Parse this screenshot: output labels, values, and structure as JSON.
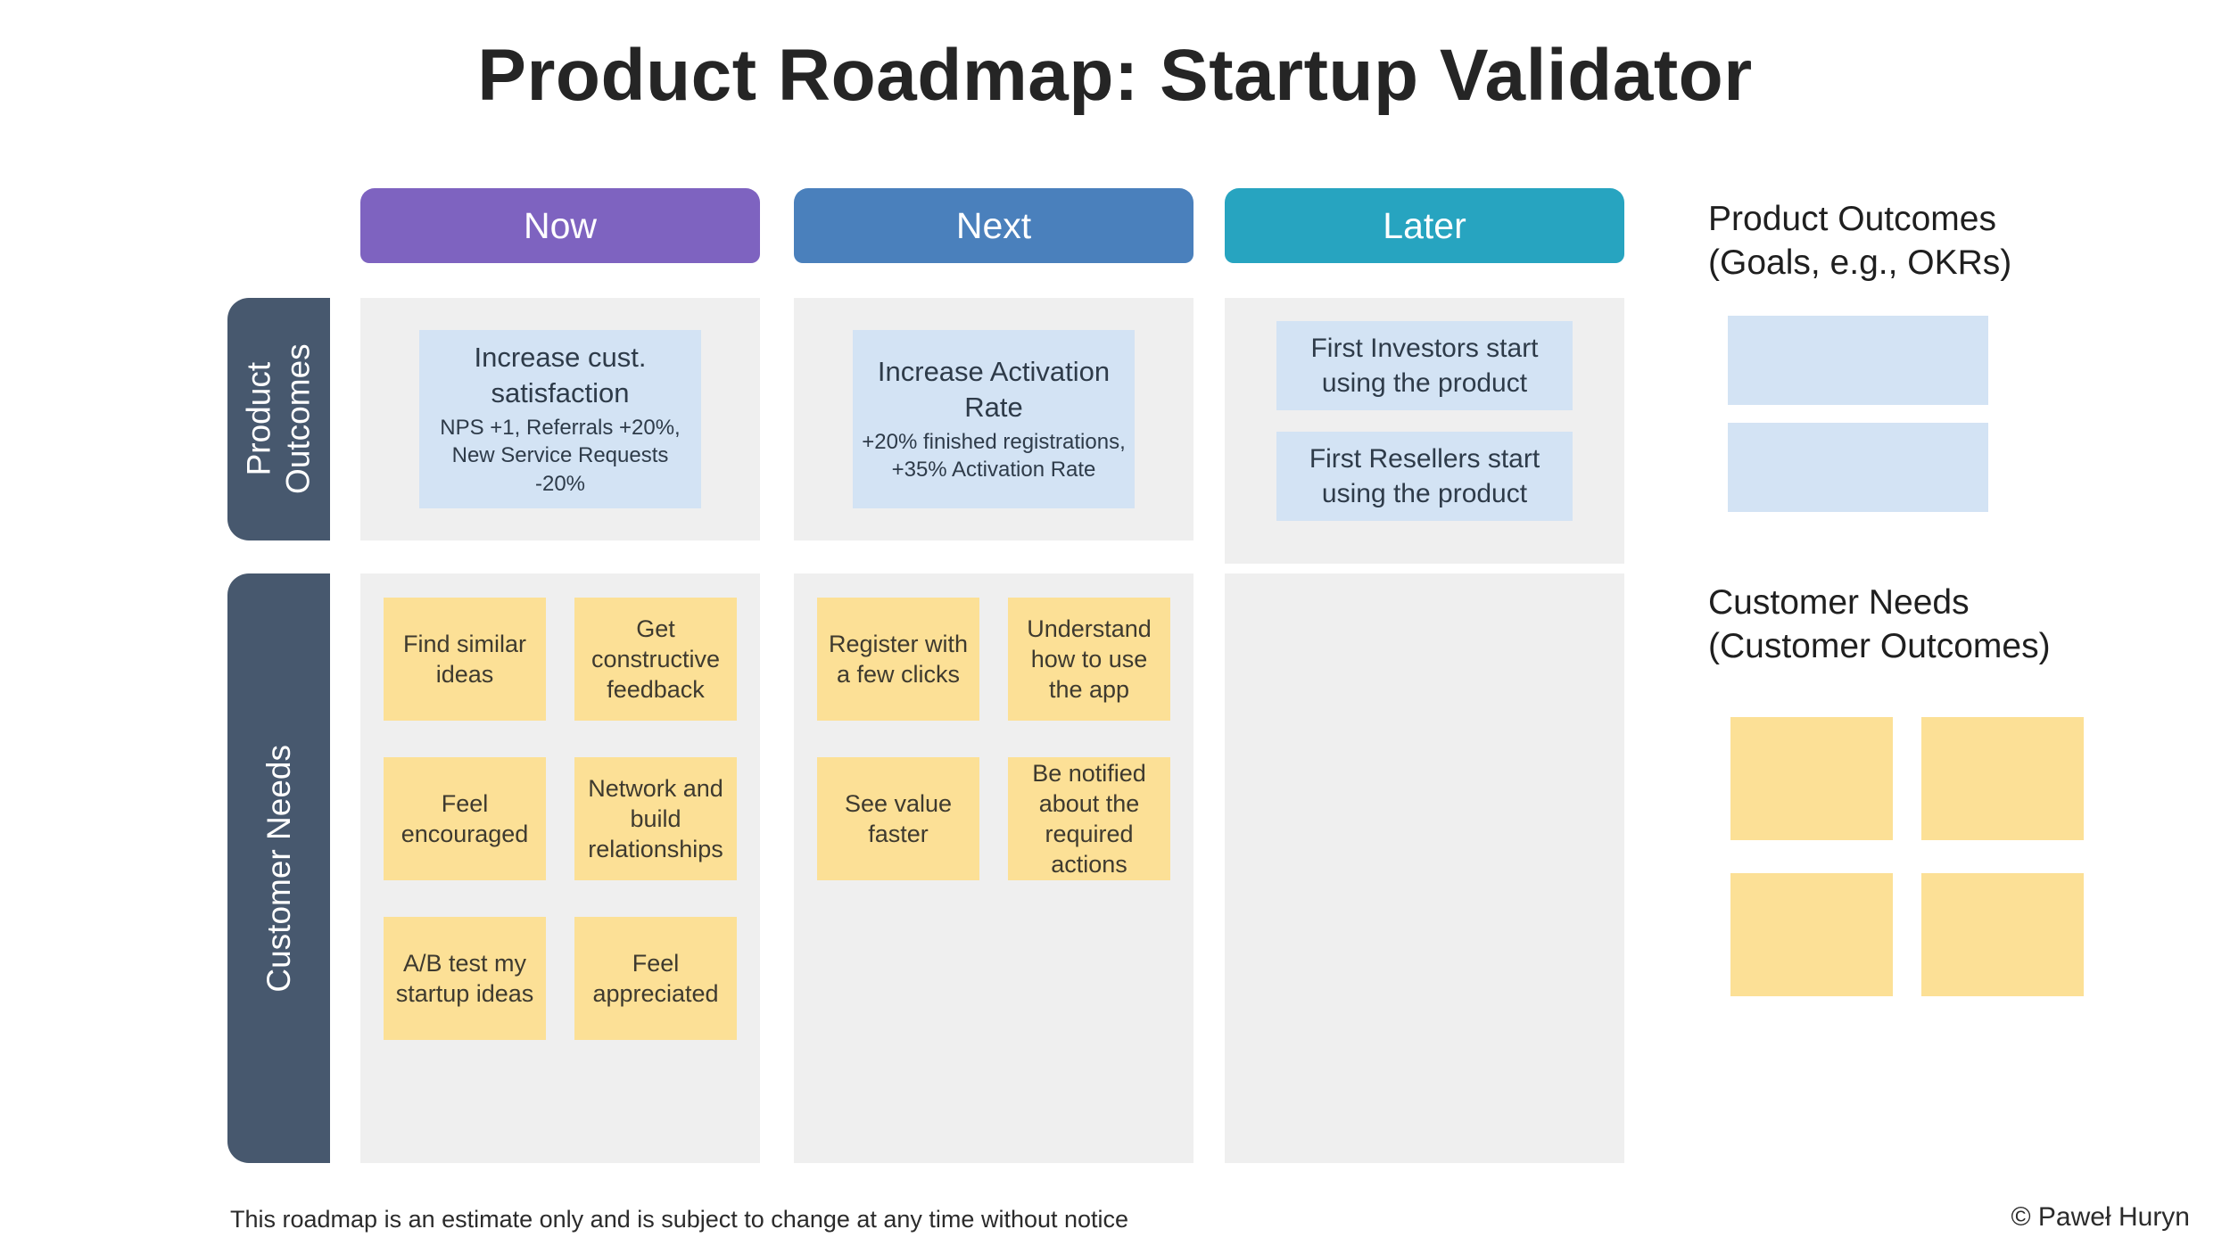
{
  "title": "Product Roadmap: Startup Validator",
  "columns": [
    {
      "label": "Now",
      "color": "#7e63c0"
    },
    {
      "label": "Next",
      "color": "#4a80bc"
    },
    {
      "label": "Later",
      "color": "#27a4c0"
    }
  ],
  "row_labels": {
    "product_outcomes": "Product Outcomes",
    "customer_needs": "Customer Needs"
  },
  "product_outcomes": {
    "now": {
      "title": "Increase cust. satisfaction",
      "detail": "NPS +1, Referrals +20%, New Service Requests -20%"
    },
    "next": {
      "title": "Increase Activation Rate",
      "detail": "+20% finished registrations, +35% Activation Rate"
    },
    "later": [
      "First Investors start using the product",
      "First Resellers start using the product"
    ]
  },
  "customer_needs": {
    "now": [
      "Find similar ideas",
      "Get constructive feedback",
      "Feel encouraged",
      "Network and build relationships",
      "A/B test my startup ideas",
      "Feel appreciated"
    ],
    "next": [
      "Register with a few clicks",
      "Understand how to use the app",
      "See value faster",
      "Be notified about the required actions"
    ],
    "later": []
  },
  "legend": {
    "product_outcomes_title": "Product Outcomes\n(Goals, e.g., OKRs)",
    "customer_needs_title": "Customer Needs\n(Customer Outcomes)"
  },
  "footer": {
    "disclaimer": "This roadmap is an estimate only and is subject to change at any time without notice",
    "credit": "© Paweł Huryn"
  },
  "colors": {
    "now_header": "#7e63c0",
    "next_header": "#4a80bc",
    "later_header": "#27a4c0",
    "row_label_bg": "#47586e",
    "outcome_card": "#d3e3f4",
    "sticky_note": "#fce096",
    "cell_background": "#efefef"
  }
}
